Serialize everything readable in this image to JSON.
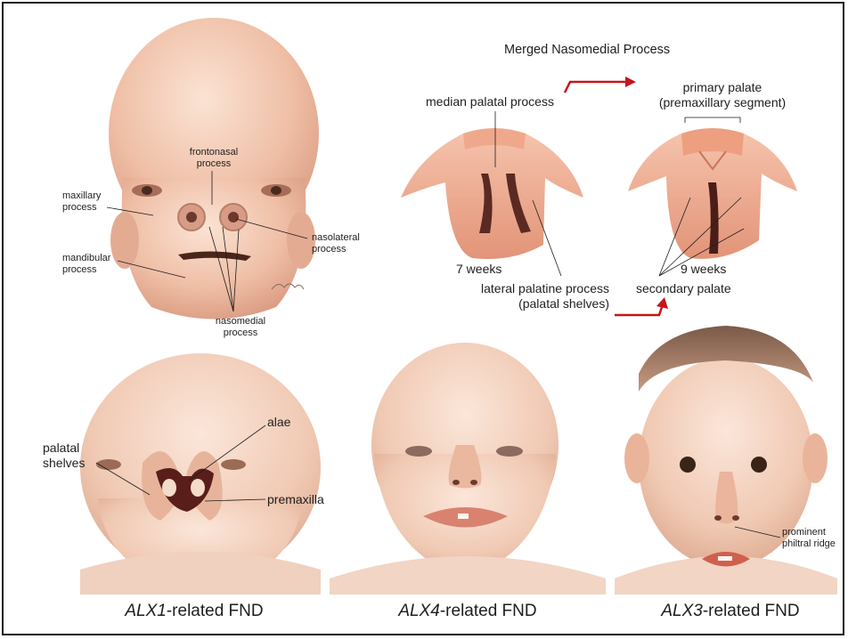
{
  "embryo_labels": {
    "frontonasal": "frontonasal\nprocess",
    "maxillary": "maxillary\nprocess",
    "nasolateral": "nasolateral\nprocess",
    "mandibular": "mandibular\nprocess",
    "nasomedial": "nasomedial\nprocess"
  },
  "palate": {
    "heading": "Merged Nasomedial Process",
    "median": "median palatal process",
    "primary": "primary palate\n(premaxillary segment)",
    "week7": "7 weeks",
    "week9": "9 weeks",
    "lateral": "lateral palatine process\n(palatal shelves)",
    "secondary": "secondary palate"
  },
  "alx1_labels": {
    "alae": "alae",
    "palatal_shelves": "palatal\nshelves",
    "premaxilla": "premaxilla"
  },
  "alx3_labels": {
    "philtral": "prominent\nphiltral ridge"
  },
  "captions": {
    "alx1_gene": "ALX1",
    "alx1_rest": "-related FND",
    "alx4_gene": "ALX4",
    "alx4_rest": "-related FND",
    "alx3_gene": "ALX3",
    "alx3_rest": "-related FND"
  },
  "colors": {
    "arrow": "#c4161c",
    "skin": "#f2c6ae",
    "border": "#1a1a1a"
  }
}
